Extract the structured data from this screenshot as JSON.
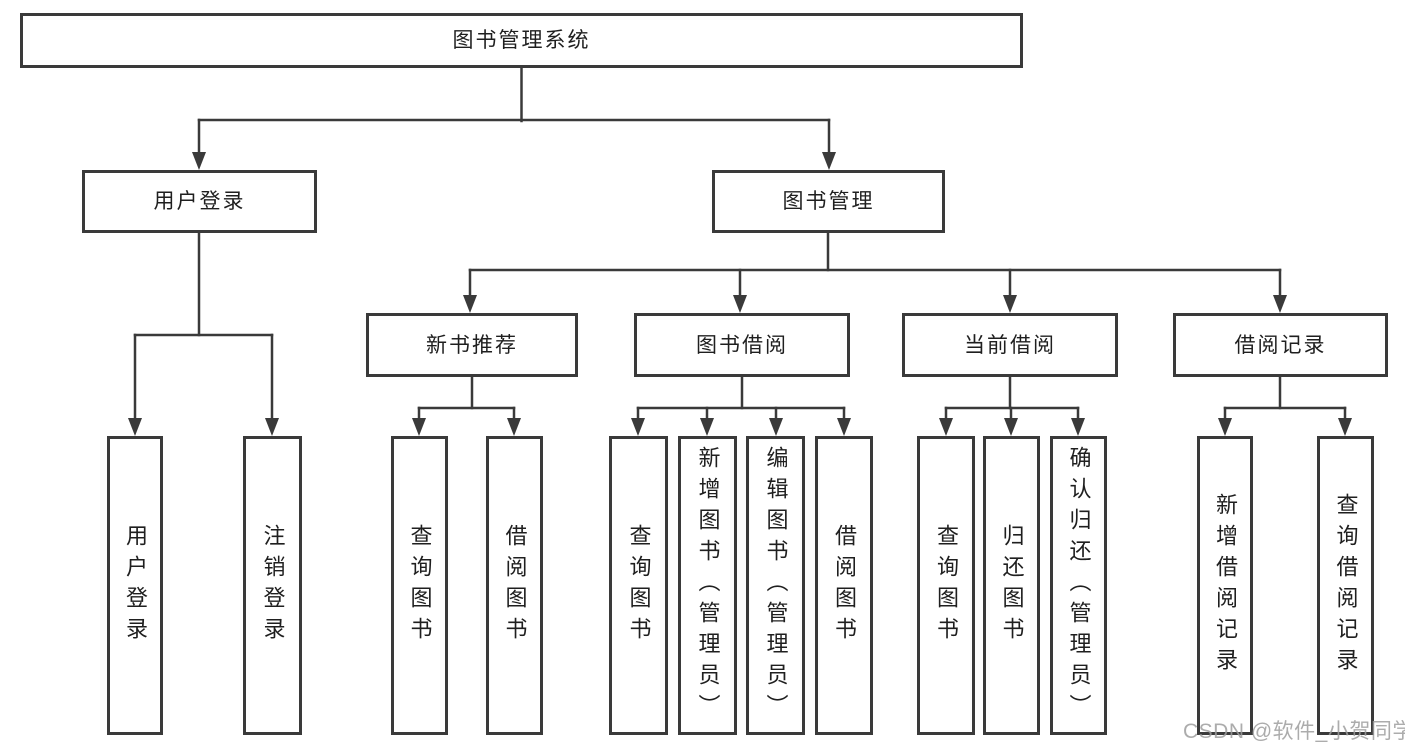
{
  "colors": {
    "line": "#3a3a3a",
    "text": "#1f1f1f",
    "watermark_gray": "#9e9e9e",
    "background": "#ffffff"
  },
  "watermark": {
    "text": "CSDN @软件_小贺同学"
  },
  "chart_type": "hierarchy-diagram",
  "tree": {
    "label": "图书管理系统",
    "children": [
      {
        "label": "用户登录",
        "children": [
          {
            "label": "用户登录"
          },
          {
            "label": "注销登录"
          }
        ]
      },
      {
        "label": "图书管理",
        "children": [
          {
            "label": "新书推荐",
            "children": [
              {
                "label": "查询图书"
              },
              {
                "label": "借阅图书"
              }
            ]
          },
          {
            "label": "图书借阅",
            "children": [
              {
                "label": "查询图书"
              },
              {
                "label": "新增图书（管理员）"
              },
              {
                "label": "编辑图书（管理员）"
              },
              {
                "label": "借阅图书"
              }
            ]
          },
          {
            "label": "当前借阅",
            "children": [
              {
                "label": "查询图书"
              },
              {
                "label": "归还图书"
              },
              {
                "label": "确认归还（管理员）"
              }
            ]
          },
          {
            "label": "借阅记录",
            "children": [
              {
                "label": "新增借阅记录"
              },
              {
                "label": "查询借阅记录"
              }
            ]
          }
        ]
      }
    ]
  }
}
